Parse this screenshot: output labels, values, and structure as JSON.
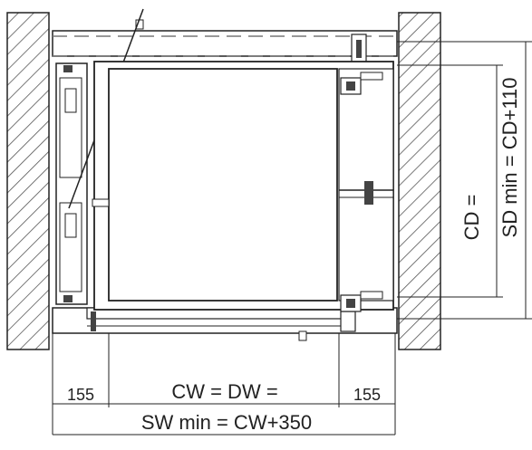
{
  "diagram": {
    "labels": {
      "left_offset": "155",
      "right_offset": "155",
      "cw_dw": "CW = DW =",
      "sw_min": "SW min = CW+350",
      "cd": "CD =",
      "sd_min": "SD min = CD+110"
    },
    "colors": {
      "line": "#222222",
      "wall_hatch": "#555555",
      "dashed": "#777777",
      "fill": "#ffffff"
    }
  }
}
